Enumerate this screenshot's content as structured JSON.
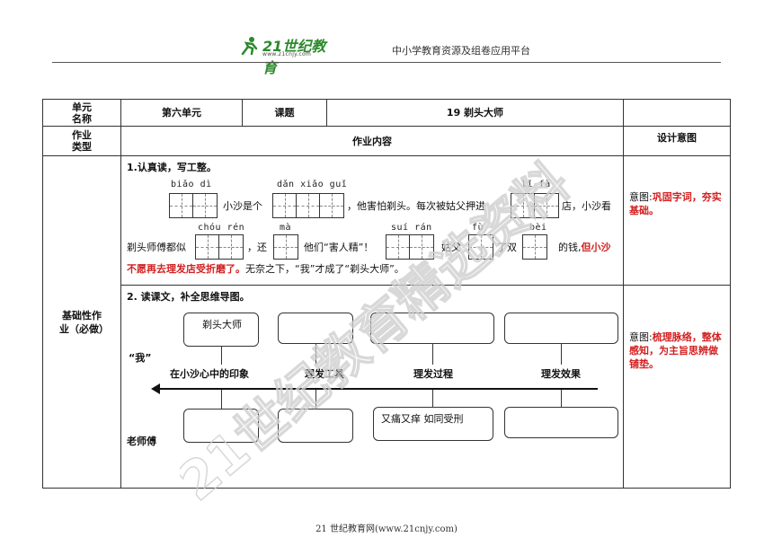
{
  "header": {
    "logo_text": "21世纪教育",
    "logo_sub": "www.21cnjy.com",
    "site_title": "中小学教育资源及组卷应用平台"
  },
  "table": {
    "unit_label": "单元名称",
    "unit_value": "第六单元",
    "lesson_label": "课题",
    "lesson_value": "19 剃头大师",
    "type_label": "作业类型",
    "content_label": "作业内容",
    "intent_label": "设计意图",
    "category_label": "基础性作业（必做）"
  },
  "q1": {
    "title": "1.认真读，写工整。",
    "pinyin_row1": [
      "biǎo  dì",
      "dǎn  xiǎo  guǐ",
      "lǐ   fà"
    ],
    "pinyin_row2": [
      "chóu  rén",
      "mà",
      "suí  rán",
      "fù",
      "bèi"
    ],
    "t1": "小沙是个",
    "t2": "，他害怕剃头。每次被姑父押进",
    "t3": "店，小沙看",
    "t4": "剃头师傅都似",
    "t5": "，还",
    "t6": "他们“害人精”！",
    "t7": "姑父",
    "t8": "了双",
    "t9": "的钱,",
    "t9_red": "但小沙",
    "t10_red": "不愿再去理发店受折磨了。",
    "t10": "无奈之下，“我”才成了“剃头大师”。",
    "intent_prefix": "意图:",
    "intent_red": "巩固字词，夯实基础。"
  },
  "q2": {
    "title": "2. 读课文，补全思维导图。",
    "row_me": "“我”",
    "row_master": "老师傅",
    "box_me_1": "剃头大师",
    "box_master_3": "又痛又痒  如同受刑",
    "axis_labels": [
      "在小沙心中的印象",
      "理发工具",
      "理发过程",
      "理发效果"
    ],
    "intent_prefix": "意图:",
    "intent_red": "梳理脉络，整体感知，为主旨思辨做铺垫。"
  },
  "watermark": "21世纪教育精选资料",
  "footer": "21 世纪教育网(www.21cnjy.com)"
}
